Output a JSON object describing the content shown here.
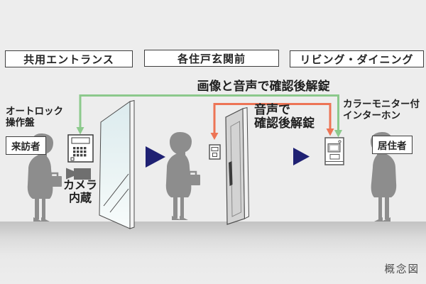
{
  "diagram_title": "概念図",
  "zones": [
    {
      "label": "共用エントランス"
    },
    {
      "label": "各住戸玄関前"
    },
    {
      "label": "リビング・ダイニング"
    }
  ],
  "routes": {
    "green_route_label": "画像と音声で確認後解錠",
    "orange_route_label_line1": "音声で",
    "orange_route_label_line2": "確認後解錠"
  },
  "devices": {
    "autolock_label_line1": "オートロック",
    "autolock_label_line2": "操作盤",
    "camera_label_line1": "カメラ",
    "camera_label_line2": "内蔵",
    "intercom_label_line1": "カラーモニター付",
    "intercom_label_line2": "インターホン"
  },
  "people": {
    "visitor_badge": "来訪者",
    "resident_badge": "居住者"
  },
  "colors": {
    "background": "#ededed",
    "floor": "#c2c2c2",
    "green_route": "#8cc98c",
    "orange_route": "#ed7455",
    "navy_flow_arrow": "#1f2173",
    "silhouette": "#8d8d8d",
    "glass_tint": "#dcebed"
  }
}
